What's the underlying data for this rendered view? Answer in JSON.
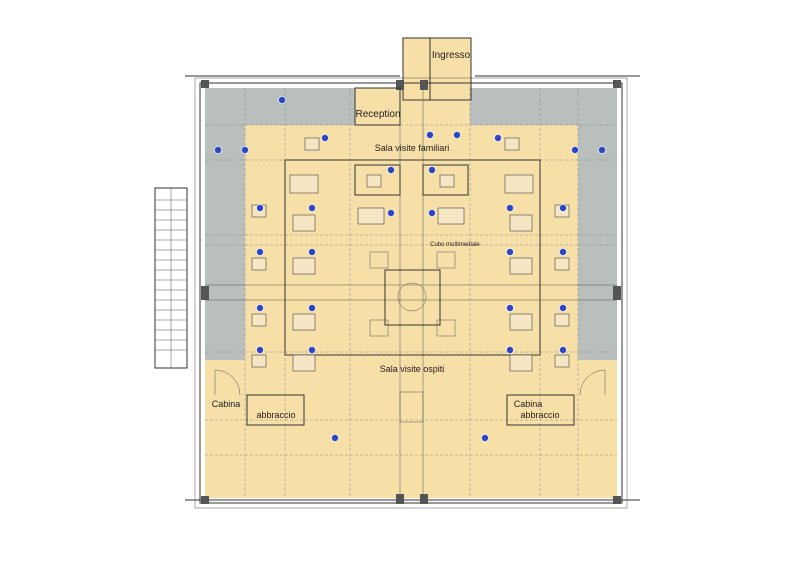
{
  "rooms": {
    "entrance": "Ingresso",
    "reception": "Reception",
    "family_visits": "Sala visite familiari",
    "multimedia_cube": "Cubo multimediale",
    "guest_visits": "Sala visite ospiti",
    "hug_cabin_left": [
      "Cabina",
      "abbraccio"
    ],
    "hug_cabin_right": [
      "Cabina",
      "abbraccio"
    ]
  },
  "colors": {
    "floor": "#f7dfa8",
    "perimeter": "#b8bfbd",
    "marker": "#2a45c8",
    "wall": "#333333"
  }
}
